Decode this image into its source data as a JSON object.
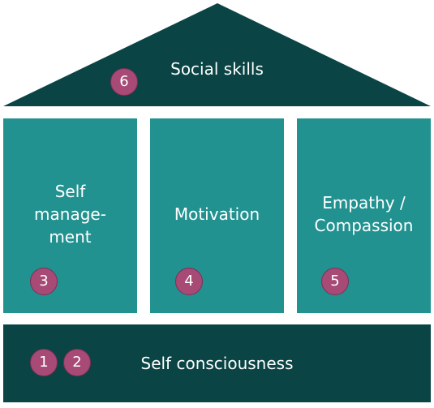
{
  "roof": {
    "label": "Social skills",
    "badge": "6"
  },
  "pillars": [
    {
      "label": "Self\nmanage-\nment",
      "badge": "3"
    },
    {
      "label": "Motivation",
      "badge": "4"
    },
    {
      "label": "Empathy /\nCompassion",
      "badge": "5"
    }
  ],
  "foundation": {
    "label": "Self consciousness",
    "badges": [
      "1",
      "2"
    ]
  },
  "colors": {
    "dark_teal": "#0a4444",
    "teal": "#229290",
    "badge": "#a74a75",
    "text": "#ffffff"
  }
}
